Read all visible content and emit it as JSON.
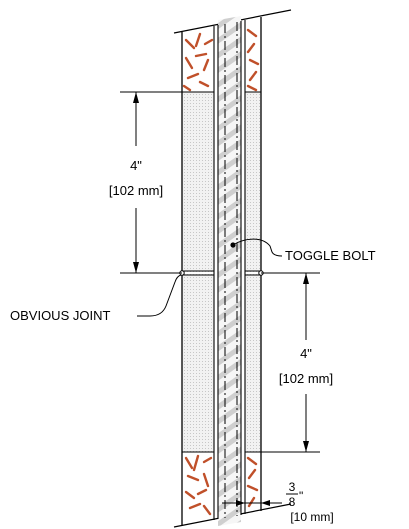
{
  "labels": {
    "top_dim_inch": "4\"",
    "top_dim_mm": "[102 mm]",
    "mid_dim_inch": "4\"",
    "mid_dim_mm": "[102 mm]",
    "toggle_bolt": "TOGGLE BOLT",
    "obvious_joint": "OBVIOUS JOINT",
    "gap_numerator": "3",
    "gap_denominator": "8",
    "gap_inch_mark": "\"",
    "gap_mm": "[10 mm]"
  },
  "colors": {
    "line": "#000000",
    "insulation": "#c0502a",
    "panel_fill": "#ececec",
    "core_hatch": "#c9c9c9"
  }
}
